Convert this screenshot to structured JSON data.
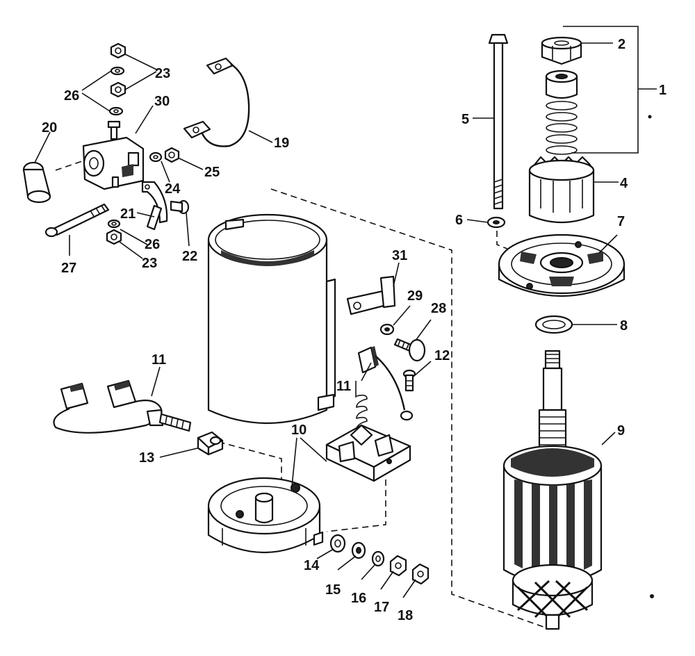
{
  "labels": {
    "l1": "1",
    "l2": "2",
    "l4": "4",
    "l5": "5",
    "l6": "6",
    "l7": "7",
    "l8": "8",
    "l9": "9",
    "l10": "10",
    "l11a": "11",
    "l11b": "11",
    "l12": "12",
    "l13": "13",
    "l14": "14",
    "l15": "15",
    "l16": "16",
    "l17": "17",
    "l18": "18",
    "l19": "19",
    "l20": "20",
    "l21": "21",
    "l22": "22",
    "l23a": "23",
    "l23b": "23",
    "l24": "24",
    "l25": "25",
    "l26a": "26",
    "l26b": "26",
    "l27": "27",
    "l28": "28",
    "l29": "29",
    "l30": "30",
    "l31": "31"
  }
}
